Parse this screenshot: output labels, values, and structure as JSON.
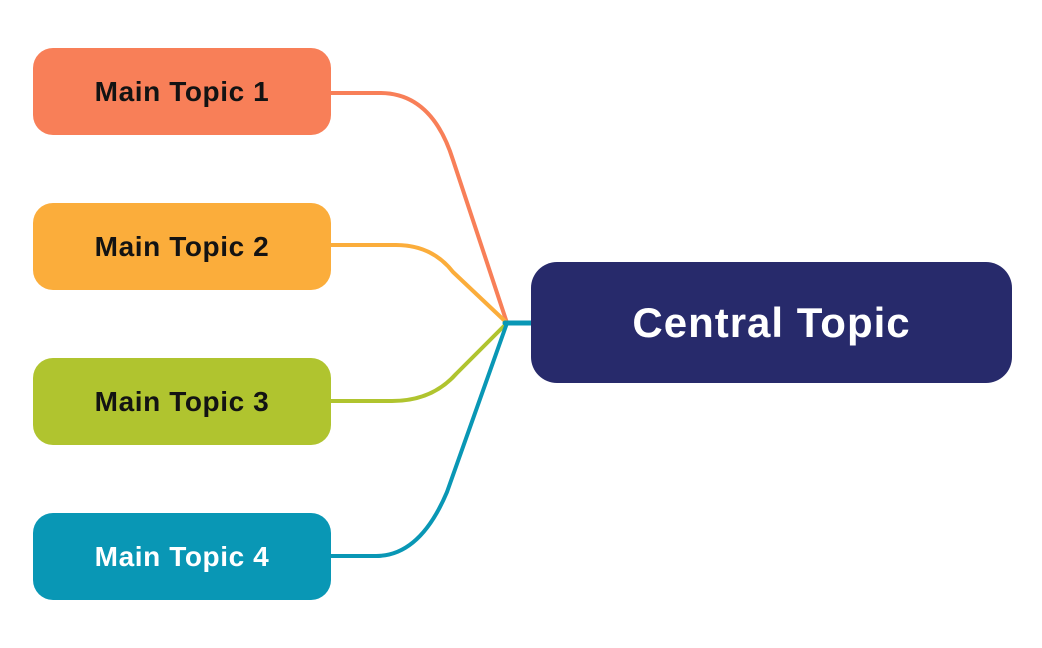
{
  "diagram": {
    "type": "mindmap",
    "background": "#ffffff",
    "central": {
      "label": "Central Topic",
      "bg": "#272A6B",
      "text_color": "#ffffff"
    },
    "branches": [
      {
        "label": "Main Topic 1",
        "bg": "#F87F58",
        "text_color": "#131313",
        "connector_color": "#F87F58"
      },
      {
        "label": "Main Topic 2",
        "bg": "#FBAD3B",
        "text_color": "#131313",
        "connector_color": "#FBAD3B"
      },
      {
        "label": "Main Topic 3",
        "bg": "#B0C42F",
        "text_color": "#131313",
        "connector_color": "#B0C42F"
      },
      {
        "label": "Main Topic 4",
        "bg": "#0997B5",
        "text_color": "#ffffff",
        "connector_color": "#0997B5"
      }
    ],
    "trunk_color": "#0997B5"
  }
}
